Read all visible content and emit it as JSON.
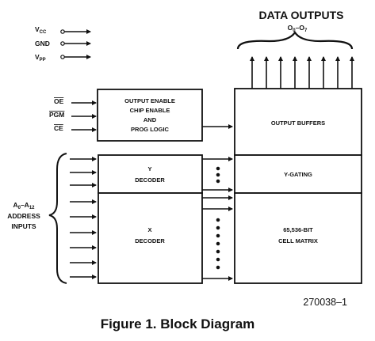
{
  "power_pins": [
    {
      "name": "V",
      "sub": "CC"
    },
    {
      "name": "GND",
      "sub": ""
    },
    {
      "name": "V",
      "sub": "PP"
    }
  ],
  "control_pins": [
    "OE",
    "PGM",
    "CE"
  ],
  "blocks": {
    "control_logic": [
      "OUTPUT ENABLE",
      "CHIP ENABLE",
      "AND",
      "PROG LOGIC"
    ],
    "y_decoder": [
      "Y",
      "DECODER"
    ],
    "x_decoder": [
      "X",
      "DECODER"
    ],
    "output_buffers": "OUTPUT BUFFERS",
    "y_gating": "Y-GATING",
    "cell_matrix": [
      "65,536-BIT",
      "CELL MATRIX"
    ]
  },
  "address_label": {
    "line1_a": "A",
    "line1_sub0": "0",
    "line1_mid": "–A",
    "line1_sub1": "12",
    "line2": "ADDRESS",
    "line3": "INPUTS"
  },
  "data_outputs": {
    "title": "DATA OUTPUTS",
    "range_o": "O",
    "range_sub0": "0",
    "range_dash": "–O",
    "range_sub7": "7"
  },
  "figure_number": "270038–1",
  "caption": "Figure 1. Block Diagram"
}
